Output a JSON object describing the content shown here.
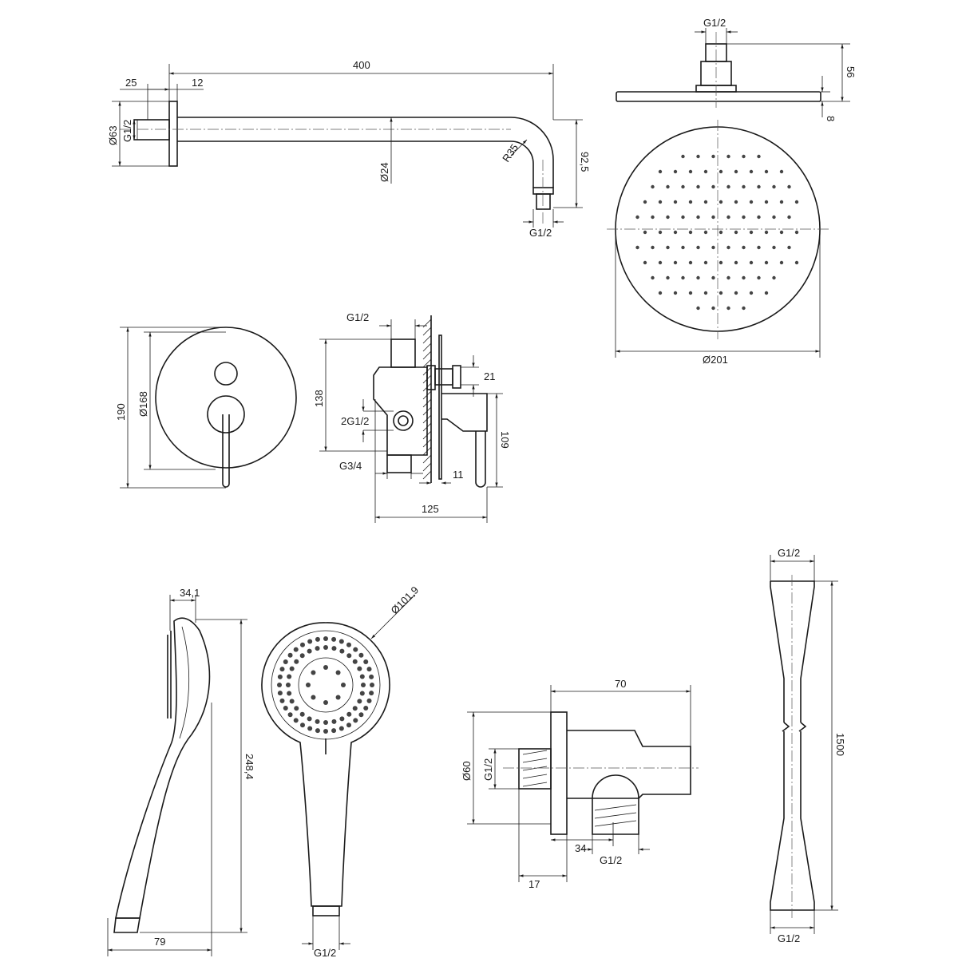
{
  "colors": {
    "line": "#1a1a1a",
    "background": "#ffffff"
  },
  "shower_arm": {
    "length": "400",
    "flange_offset": "25",
    "flange_thickness": "12",
    "flange_diameter": "Ø63",
    "inlet_thread": "G1/2",
    "pipe_diameter": "Ø24",
    "bend_radius": "R35",
    "drop": "92,5",
    "outlet_thread": "G1/2"
  },
  "rain_head": {
    "thread": "G1/2",
    "height": "56",
    "plate_thickness": "8",
    "diameter": "Ø201"
  },
  "mixer_plate": {
    "height": "190",
    "diameter": "Ø168"
  },
  "valve_body": {
    "top_thread": "G1/2",
    "height": "138",
    "side_offset": "21",
    "outlets": "2G1/2",
    "depth": "109",
    "inlet": "G3/4",
    "lever_offset": "11",
    "overall_depth": "125"
  },
  "hand_shower": {
    "thickness": "34,1",
    "head_diameter": "Ø101,9",
    "length": "248,4",
    "depth": "79",
    "thread": "G1/2"
  },
  "wall_outlet": {
    "length": "70",
    "flange_diameter": "Ø60",
    "inlet_thread": "G1/2",
    "outlet_offset": "34",
    "outlet_thread": "G1/2",
    "flange_thickness": "17"
  },
  "hose": {
    "top_thread": "G1/2",
    "length": "1500",
    "bottom_thread": "G1/2"
  }
}
